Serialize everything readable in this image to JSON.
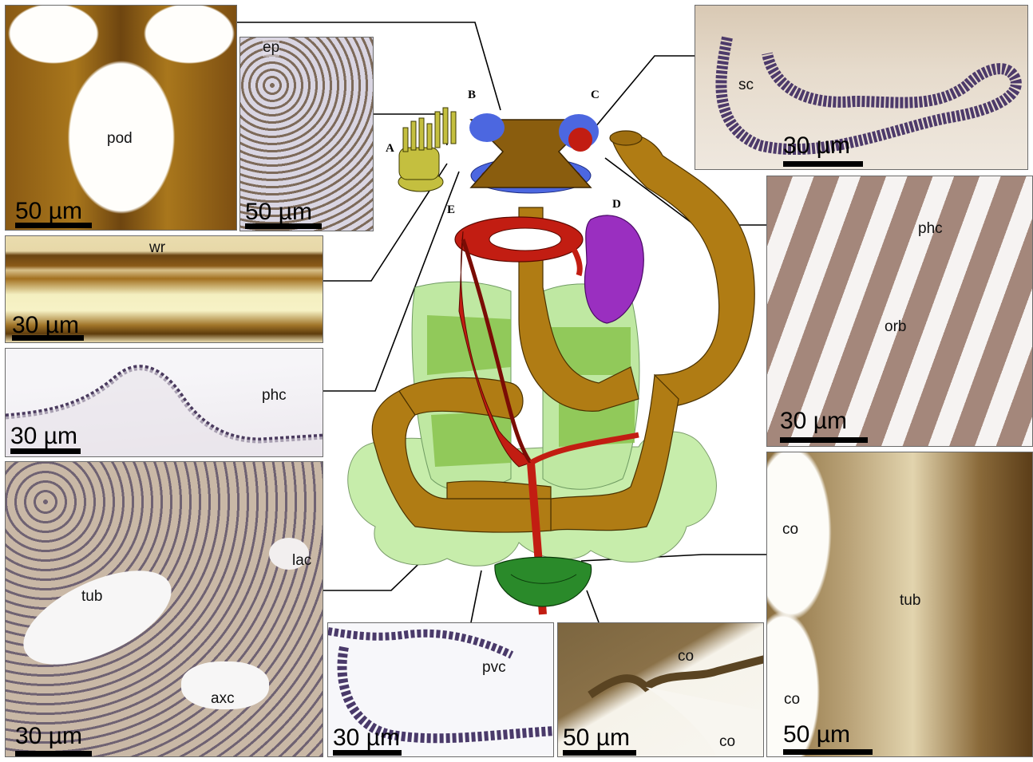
{
  "panels": {
    "pod": {
      "label": "pod",
      "scale": "50 µm"
    },
    "ep": {
      "label": "ep",
      "scale": "50 µm"
    },
    "wr": {
      "label": "wr",
      "scale": "30 µm"
    },
    "phc_left": {
      "label": "phc",
      "scale": "30 µm"
    },
    "axial": {
      "labels": {
        "lac": "lac",
        "tub": "tub",
        "axc": "axc"
      },
      "scale": "30 µm"
    },
    "pvc": {
      "label": "pvc",
      "scale": "30 µm"
    },
    "co_bottom": {
      "label_top": "co",
      "label_bottom": "co",
      "scale": "50 µm"
    },
    "sc": {
      "label": "sc",
      "scale": "30 µm"
    },
    "phc_orb": {
      "label_phc": "phc",
      "label_orb": "orb",
      "scale": "30 µm"
    },
    "co_right": {
      "label_co1": "co",
      "label_tub": "tub",
      "label_co2": "co",
      "scale": "50 µm"
    }
  },
  "diagram": {
    "letters": {
      "A": "A",
      "B": "B",
      "C": "C",
      "D": "D",
      "E": "E"
    }
  },
  "colors": {
    "gut": "#b07c14",
    "hemal_network": "#c21d12",
    "blue_vessels": "#4c67e0",
    "gonad": "#9a2fc0",
    "coelom_light": "#bfeaa0",
    "coelom_mid": "#7fbf3f",
    "green_organ": "#2a8a2a",
    "tentacles": "#b8b43a"
  }
}
